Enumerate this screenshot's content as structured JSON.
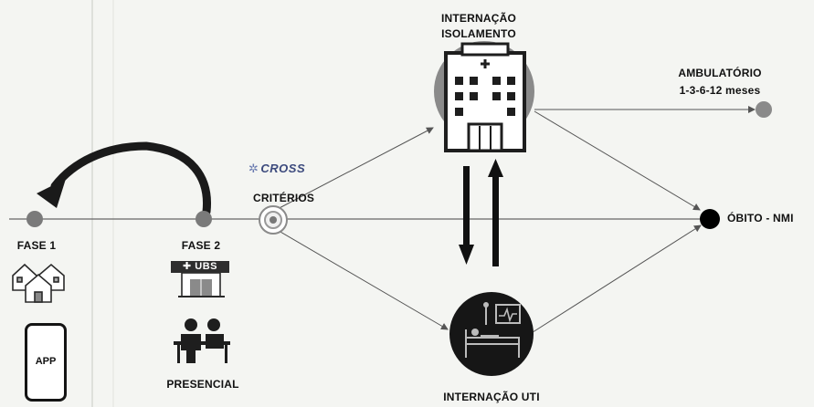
{
  "labels": {
    "internacao_isolamento_line1": "INTERNAÇÃO",
    "internacao_isolamento_line2": "ISOLAMENTO",
    "ambulatorio_line1": "AMBULATÓRIO",
    "ambulatorio_line2": "1-3-6-12 meses",
    "cross": "CROSS",
    "criterios": "CRITÉRIOS",
    "obito": "ÓBITO - NMI",
    "fase1": "FASE 1",
    "fase2": "FASE 2",
    "ubs": "UBS",
    "app": "APP",
    "presencial": "PRESENCIAL",
    "internacao_uti": "INTERNAÇÃO UTI"
  },
  "colors": {
    "background": "#f4f5f2",
    "line": "#555555",
    "node_grey": "#7a7a7a",
    "node_black": "#000000",
    "icon_dark": "#1e1e1e",
    "icon_circle": "#8a8a8a"
  },
  "icons": {
    "hospital": "hospital-building-icon",
    "icu": "icu-bed-icon",
    "houses": "houses-icon",
    "ubs": "ubs-clinic-icon",
    "people": "people-at-table-icon",
    "phone": "smartphone-icon",
    "cross": "cross-logo-icon"
  }
}
